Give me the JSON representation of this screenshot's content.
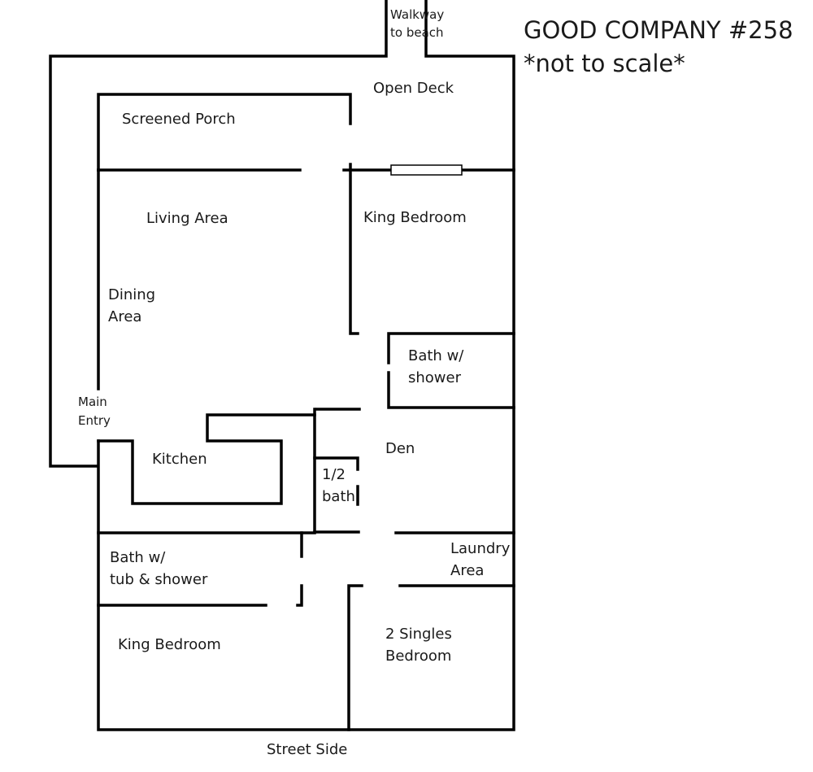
{
  "title": "GOOD COMPANY #258",
  "subtitle": "*not to scale*",
  "labels": {
    "walkway": [
      "Walkway",
      "to beach"
    ],
    "open_deck": "Open Deck",
    "screened_porch": "Screened Porch",
    "living_area": "Living Area",
    "dining_area": [
      "Dining",
      "Area"
    ],
    "king_bedroom_top": "King Bedroom",
    "bath_shower": [
      "Bath w/",
      "shower"
    ],
    "main_entry": [
      "Main",
      "Entry"
    ],
    "kitchen": "Kitchen",
    "den": "Den",
    "half_bath": [
      "1/2",
      "bath"
    ],
    "laundry": [
      "Laundry",
      "Area"
    ],
    "bath_tub": [
      "Bath w/",
      "tub & shower"
    ],
    "king_bedroom_bottom": "King Bedroom",
    "singles_bedroom": [
      "2 Singles",
      "Bedroom"
    ],
    "street_side": "Street Side"
  }
}
